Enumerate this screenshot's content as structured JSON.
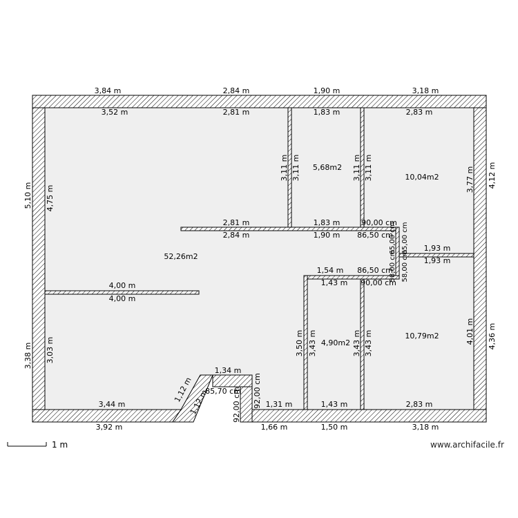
{
  "areas": [
    "52,26m2",
    "5,68m2",
    "10,04m2",
    "4,90m2",
    "10,79m2"
  ],
  "dimensions": [
    "3,84 m",
    "2,84 m",
    "1,90 m",
    "3,18 m",
    "3,52 m",
    "2,81 m",
    "1,83 m",
    "2,83 m",
    "5,10 m",
    "4,75 m",
    "3,38 m",
    "3,03 m",
    "4,12 m",
    "3,77 m",
    "4,36 m",
    "4,01 m",
    "3,11 m",
    "3,11 m",
    "3,11 m",
    "3,11 m",
    "2,81 m",
    "1,83 m",
    "90,00 cm",
    "2,84 m",
    "1,90 m",
    "86,50 cm",
    "1,93 m",
    "1,93 m",
    "1,54 m",
    "86,50 cm",
    "1,43 m",
    "90,00 cm",
    "4,00 m",
    "4,00 m",
    "3,50 m",
    "3,43 m",
    "3,43 m",
    "3,43 m",
    "1,34 m",
    "1,12 m",
    "1,12 m",
    "85,70 cm",
    "92,00 cm",
    "92,00 cm",
    "3,44 m",
    "1,31 m",
    "1,43 m",
    "2,83 m",
    "3,92 m",
    "1,66 m",
    "1,50 m",
    "3,18 m",
    "65,00 cm",
    "58,00 cm",
    "65,00 cm",
    "58,00 cm"
  ],
  "scale_label": "1 m",
  "watermark": "www.archifacile.fr"
}
